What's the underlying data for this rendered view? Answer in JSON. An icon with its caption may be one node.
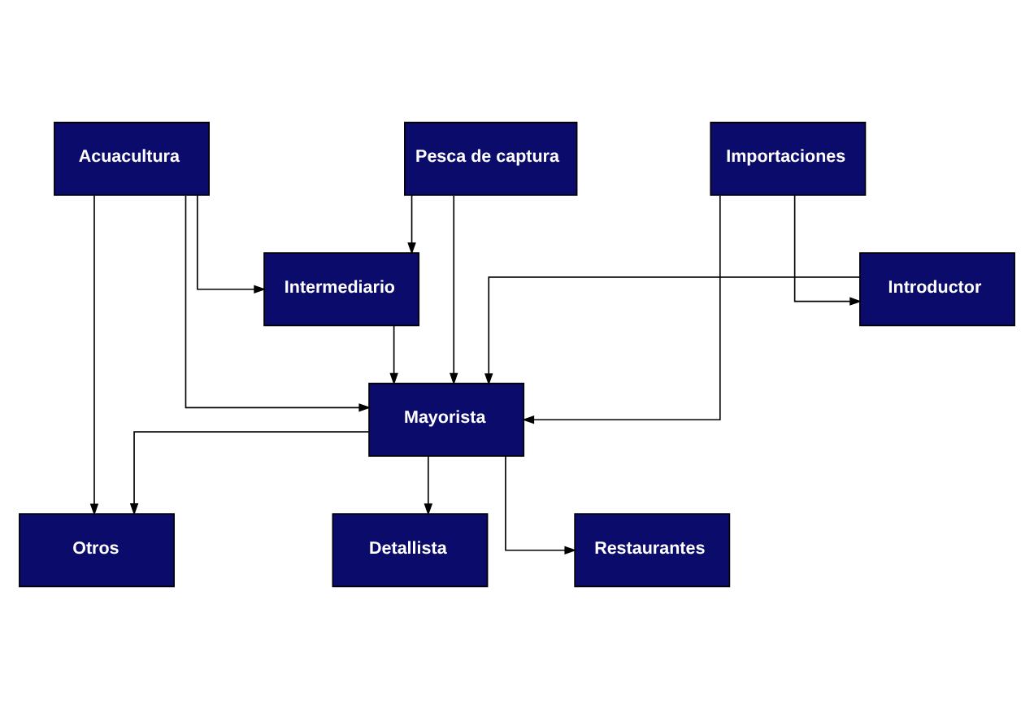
{
  "diagram": {
    "nodes": [
      {
        "text": [
          "Importaciones"
        ]
      },
      {
        "text": [
          "Pesca de captura"
        ]
      },
      {
        "text": [
          "Acuacultura"
        ]
      },
      {
        "text": [
          "Introductor"
        ]
      },
      {
        "text": [
          "Intermediario"
        ]
      },
      {
        "text": [
          "Mayorista"
        ]
      },
      {
        "text": [
          "Restaurantes"
        ]
      },
      {
        "text": [
          "Detallista"
        ]
      },
      {
        "text": [
          "Otros"
        ]
      }
    ],
    "edges": [
      {
        "from": 0,
        "to": 3,
        "arrow": "to"
      },
      {
        "from": 0,
        "to": 5,
        "arrow": "to"
      },
      {
        "from": 1,
        "to": 4,
        "arrow": "to"
      },
      {
        "from": 1,
        "to": 5,
        "arrow": "to"
      },
      {
        "from": 2,
        "to": 4,
        "arrow": "to"
      },
      {
        "from": 2,
        "to": 5,
        "arrow": "to"
      },
      {
        "from": 2,
        "to": 8,
        "arrow": "to"
      },
      {
        "from": 3,
        "to": 5,
        "arrow": "to"
      },
      {
        "from": 4,
        "to": 5,
        "arrow": "to"
      },
      {
        "from": 5,
        "to": 6,
        "arrow": "to"
      },
      {
        "from": 5,
        "to": 7,
        "arrow": "to"
      },
      {
        "from": 5,
        "to": 8,
        "arrow": "to"
      }
    ]
  }
}
